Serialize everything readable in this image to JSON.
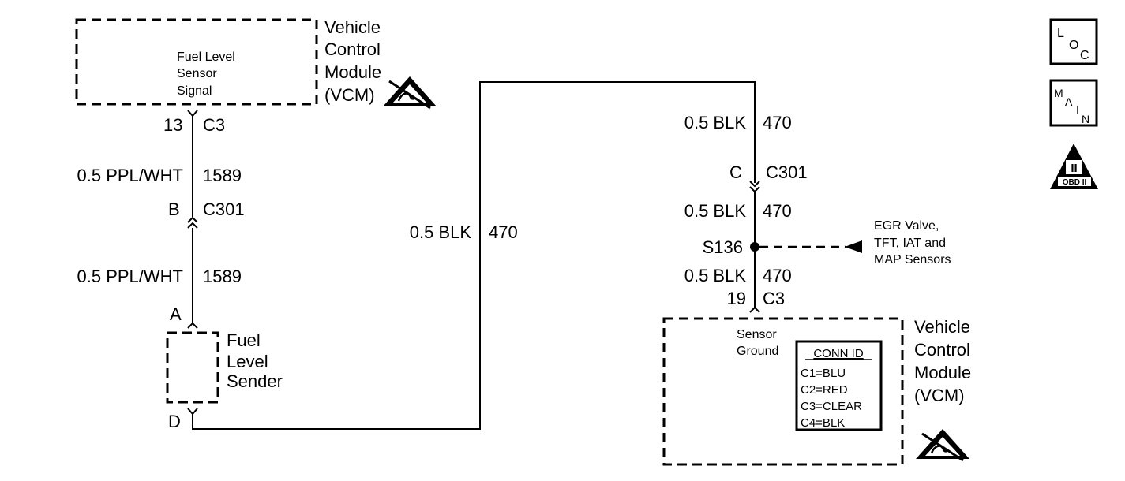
{
  "vcm_top": {
    "name_lines": [
      "Vehicle",
      "Control",
      "Module",
      "(VCM)"
    ],
    "signal_lines": [
      "Fuel Level",
      "Sensor",
      "Signal"
    ]
  },
  "left_circuit": {
    "pin_top": "13",
    "conn_top": "C3",
    "wire1_color": "0.5 PPL/WHT",
    "wire1_num": "1589",
    "conn_mid_pin": "B",
    "conn_mid": "C301",
    "wire2_color": "0.5 PPL/WHT",
    "wire2_num": "1589",
    "sender_pin_a": "A",
    "sender_pin_d": "D",
    "sender_lines": [
      "Fuel",
      "Level",
      "Sender"
    ]
  },
  "middle_circuit": {
    "wire_color": "0.5 BLK",
    "wire_num": "470"
  },
  "right_circuit": {
    "wire1_color": "0.5 BLK",
    "wire1_num": "470",
    "conn_pin": "C",
    "conn": "C301",
    "wire2_color": "0.5 BLK",
    "wire2_num": "470",
    "splice": "S136",
    "branch_lines": [
      "EGR Valve,",
      "TFT, IAT and",
      "MAP Sensors"
    ],
    "wire3_color": "0.5 BLK",
    "wire3_num": "470",
    "pin_bottom": "19",
    "conn_bottom": "C3"
  },
  "vcm_bottom": {
    "name_lines": [
      "Vehicle",
      "Control",
      "Module",
      "(VCM)"
    ],
    "ground_lines": [
      "Sensor",
      "Ground"
    ],
    "conn_id_title": "CONN ID",
    "conn_id_items": [
      "C1=BLU",
      "C2=RED",
      "C3=CLEAR",
      "C4=BLK"
    ]
  },
  "side_icons": {
    "loc_letters": [
      "L",
      "O",
      "C"
    ],
    "main_letters": [
      "M",
      "A",
      "I",
      "N"
    ],
    "obd_roman": "II",
    "obd_label": "OBD II"
  },
  "icons": [
    "esd-warning-icon",
    "loc-icon",
    "main-icon",
    "obd-ii-icon"
  ]
}
